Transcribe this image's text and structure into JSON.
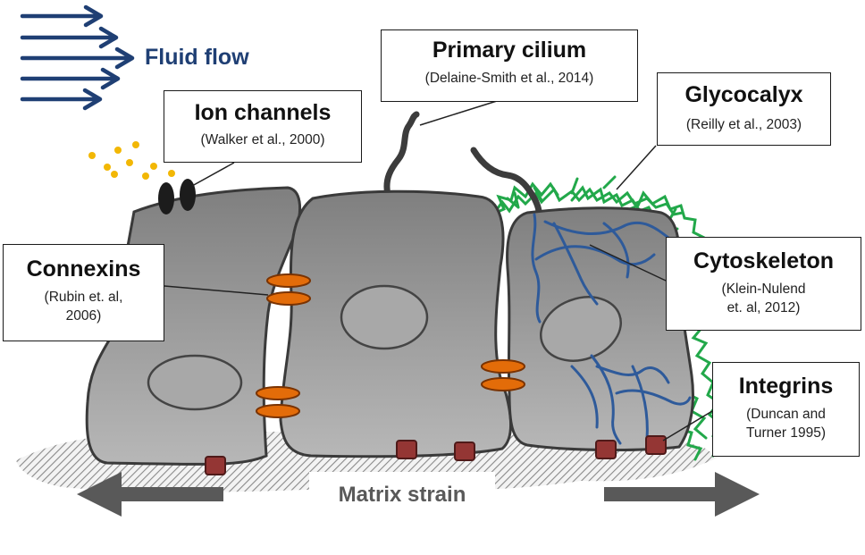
{
  "colors": {
    "flow": "#1f3f74",
    "cell_fill": "#9a9a9a",
    "cell_stroke": "#3a3a3a",
    "connexin": "#e36c09",
    "integrin": "#943634",
    "cytoskeleton": "#2e5a9a",
    "glycocalyx": "#22a84a",
    "ions": "#f2b705",
    "matrix_text": "#595959",
    "strain_arrow": "#595959"
  },
  "fluid_flow": {
    "label": "Fluid flow",
    "icon": "flow-arrows-icon"
  },
  "labels": {
    "primary_cilium": {
      "title": "Primary cilium",
      "citation": [
        "(Delaine-Smith et al., 2014)"
      ]
    },
    "ion_channels": {
      "title": "Ion channels",
      "citation": [
        "(Walker et al., 2000)"
      ]
    },
    "glycocalyx": {
      "title": "Glycocalyx",
      "citation": [
        "(Reilly et al., 2003)"
      ]
    },
    "connexins": {
      "title": "Connexins",
      "citation": [
        "(Rubin et. al,",
        "2006)"
      ]
    },
    "cytoskeleton": {
      "title": "Cytoskeleton",
      "citation": [
        "(Klein-Nulend",
        "et. al, 2012)"
      ]
    },
    "integrins": {
      "title": "Integrins",
      "citation": [
        "(Duncan and",
        "Turner 1995)"
      ]
    }
  },
  "matrix": {
    "label": "Matrix strain",
    "icons": [
      "arrow-left-icon",
      "arrow-right-icon"
    ]
  }
}
